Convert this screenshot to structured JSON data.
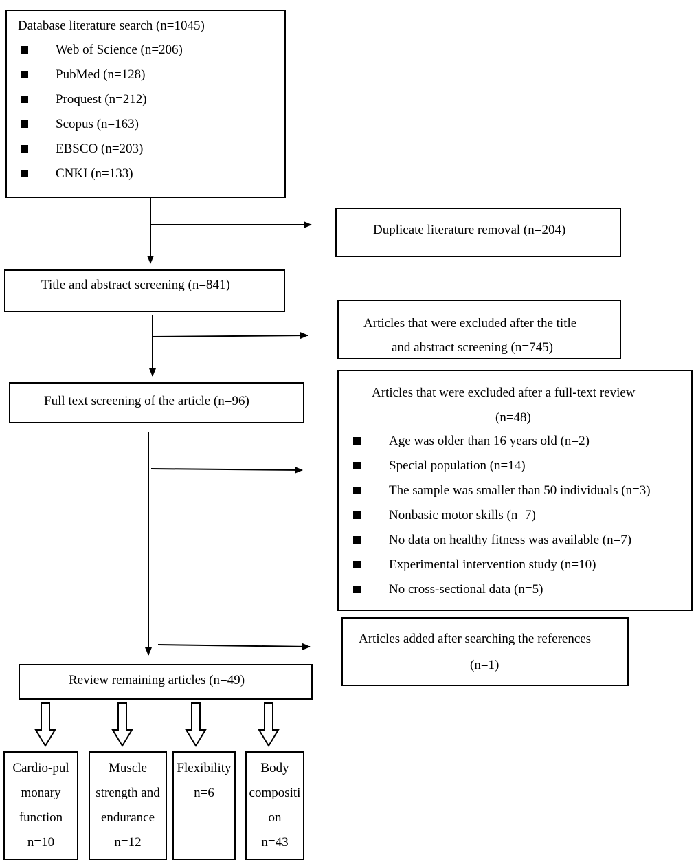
{
  "database_search": {
    "title": "Database literature search (n=1045)",
    "sources": [
      "Web of Science (n=206)",
      "PubMed (n=128)",
      "Proquest (n=212)",
      "Scopus (n=163)",
      "EBSCO (n=203)",
      "CNKI (n=133)"
    ]
  },
  "duplicate_removal": "Duplicate literature removal (n=204)",
  "title_abstract_screening": "Title and abstract screening (n=841)",
  "title_abstract_excluded": {
    "line1": "Articles that were excluded after the title",
    "line2": "and abstract screening (n=745)"
  },
  "full_text_screening": "Full text screening of the article (n=96)",
  "full_text_excluded": {
    "title": "Articles that were excluded after a full-text review",
    "count": "(n=48)",
    "reasons": [
      "Age was older than 16 years old (n=2)",
      "Special population (n=14)",
      "The sample was smaller than 50 individuals (n=3)",
      "Nonbasic motor skills (n=7)",
      "No data on healthy fitness was available (n=7)",
      "Experimental intervention study (n=10)",
      "No cross-sectional data (n=5)"
    ]
  },
  "references_added": {
    "line1": "Articles added after searching the references",
    "line2": "(n=1)"
  },
  "review_remaining": "Review remaining articles (n=49)",
  "outcomes": [
    {
      "lines": [
        "Cardio-pul",
        "monary",
        "function",
        "n=10"
      ]
    },
    {
      "lines": [
        "Muscle",
        "strength and",
        "endurance",
        "n=12"
      ]
    },
    {
      "lines": [
        "Flexibility",
        "n=6"
      ]
    },
    {
      "lines": [
        "Body",
        "compositi",
        "on",
        "n=43"
      ]
    }
  ]
}
